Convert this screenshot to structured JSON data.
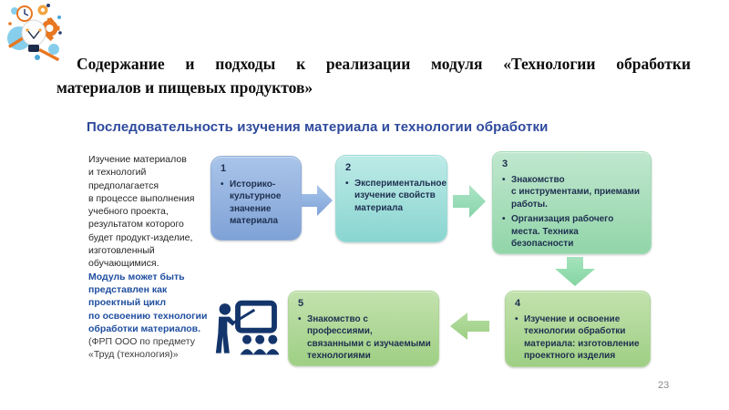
{
  "slide": {
    "title": "Содержание и подходы к реализации модуля «Технологии обработки материалов и пищевых продуктов»",
    "title_lines": [
      "Содержание и подходы к реализации модуля «Технологии обработки",
      "материалов и пищевых продуктов»"
    ],
    "page_number": "23"
  },
  "diagram": {
    "heading": "Последовательность изучения материала и технологии обработки",
    "intro": {
      "paragraph_black": "Изучение материалов\nи технологий\nпредполагается\nв процессе выполнения\nучебного проекта,\nрезультатом которого\nбудет продукт-изделие,\nизготовленный\nобучающимися.",
      "paragraph_blue": "Модуль может быть\nпредставлен как\nпроектный цикл\nпо освоению технологии\nобработки материалов.",
      "paragraph_note": "(ФРП ООО по предмету\n«Труд (технология)»"
    },
    "steps": [
      {
        "number": "1",
        "items": [
          "Историко-\nкультурное\nзначение\nматериала"
        ]
      },
      {
        "number": "2",
        "items": [
          "Экспериментальное\nизучение свойств\nматериала"
        ]
      },
      {
        "number": "3",
        "items": [
          "Знакомство\nс инструментами, приемами\nработы.",
          "Организация рабочего\nместа. Техника\nбезопасности"
        ]
      },
      {
        "number": "4",
        "items": [
          "Изучение и освоение\nтехнологии обработки\nматериала: изготовление\nпроектного изделия"
        ]
      },
      {
        "number": "5",
        "items": [
          "Знакомство с профессиями,\nсвязанными с изучаемыми\nтехнологиями"
        ]
      }
    ],
    "icons": {
      "logo": "lightbulb-gears-illustration",
      "classroom": "presenter-at-whiteboard-with-audience-icon"
    },
    "palette": {
      "title_text": "#0d0d0d",
      "heading_text": "#2e4a9c",
      "intro_blue_text": "#1f4e9f",
      "box1_fill": "#9fbce5",
      "box2_fill": "#a6e2df",
      "box3_fill": "#a9dfc0",
      "box45_fill": "#b0d998",
      "arrow_blue": "#8fb2e1",
      "arrow_green": "#95ddb4",
      "icon_navy": "#14356b",
      "page_number_text": "#8a8a8a"
    }
  }
}
